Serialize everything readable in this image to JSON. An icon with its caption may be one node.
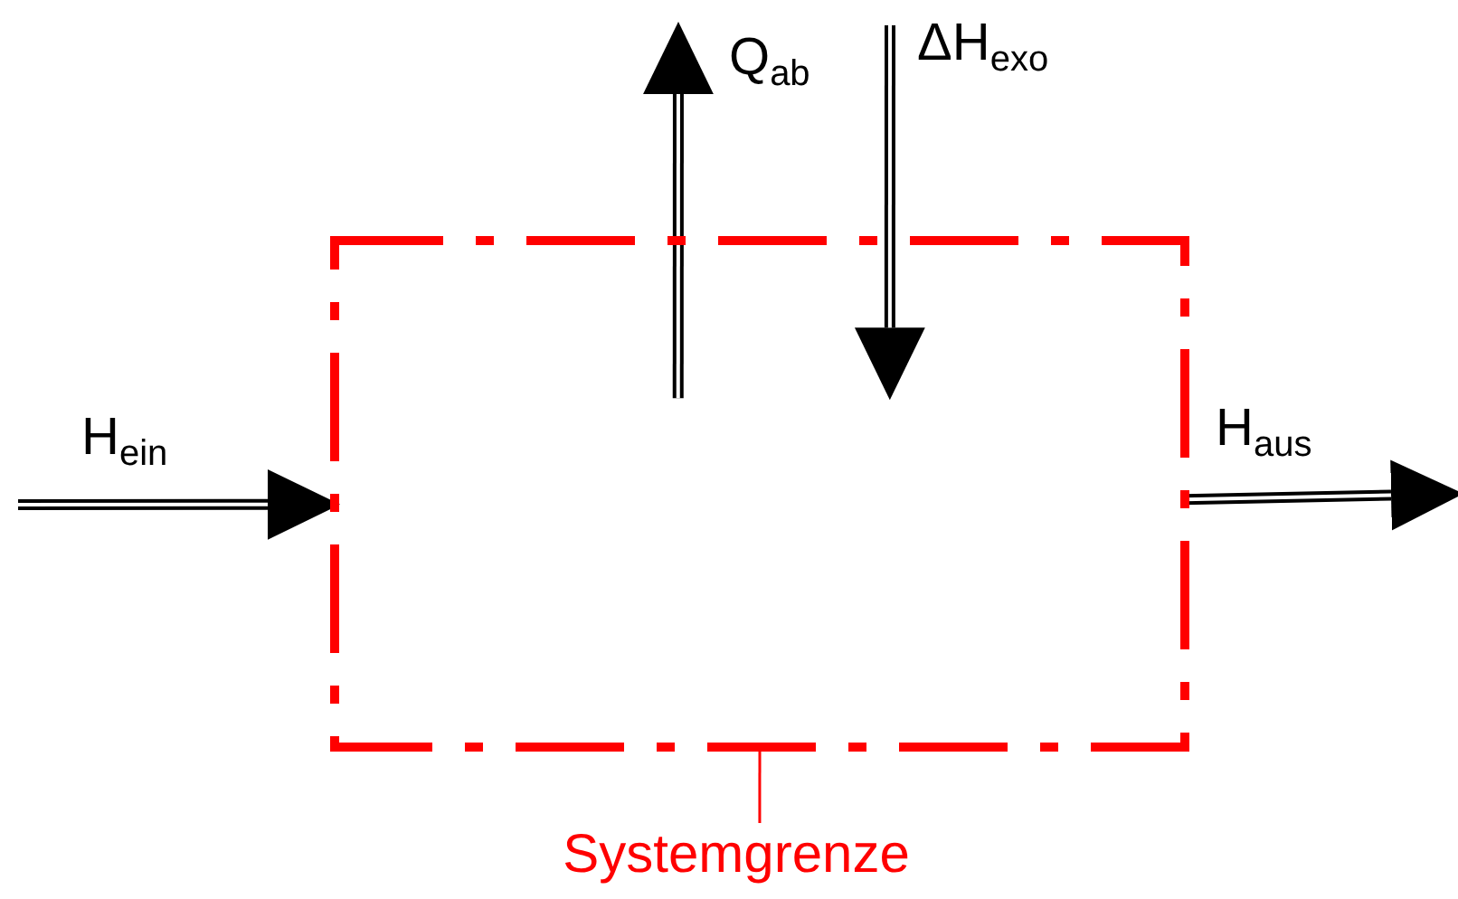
{
  "diagram": {
    "nodes": [
      {
        "text": [],
        "shape": "box"
      },
      {
        "text": [
          "Systemgrenze"
        ]
      }
    ],
    "edges": [
      {
        "from": null,
        "to": 0,
        "arrow": "to",
        "label": "H$_{ein}$"
      },
      {
        "from": 0,
        "to": null,
        "arrow": "to",
        "label": "Q$_{ab}$"
      },
      {
        "from": null,
        "to": 0,
        "arrow": "to",
        "label": "ΔH$_{exo}$"
      },
      {
        "from": 0,
        "to": null,
        "arrow": "to",
        "label": "H$_{aus}$"
      },
      {
        "from": 1,
        "to": 0,
        "arrow": "none",
        "color": "#ff0000"
      }
    ]
  }
}
